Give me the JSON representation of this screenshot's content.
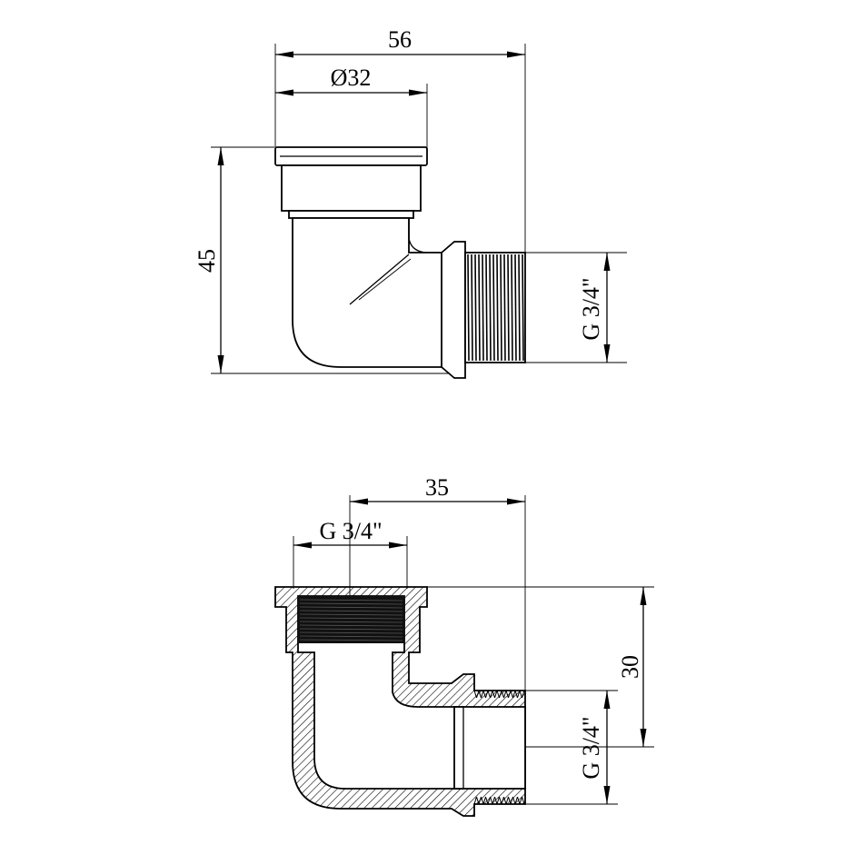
{
  "drawing": {
    "top_view": {
      "dim_width": "56",
      "dim_diameter": "Ø32",
      "dim_height": "45",
      "dim_thread": "G 3/4\""
    },
    "section_view": {
      "dim_width": "35",
      "dim_thread_top": "G 3/4\"",
      "dim_height": "30",
      "dim_thread_right": "G 3/4\""
    }
  }
}
